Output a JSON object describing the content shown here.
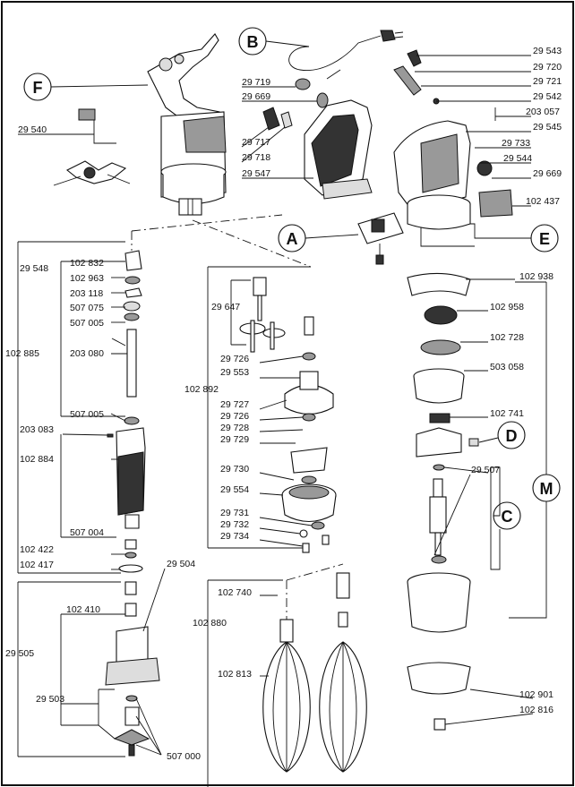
{
  "diagram": {
    "letters": [
      "A",
      "B",
      "C",
      "D",
      "E",
      "F",
      "M"
    ],
    "labels": {
      "l29543": "29 543",
      "l29720": "29 720",
      "l29721": "29 721",
      "l29542": "29 542",
      "l203057": "203 057",
      "l29545": "29 545",
      "l29733": "29 733",
      "l29544": "29 544",
      "l29669b": "29 669",
      "l102437": "102 437",
      "l29719": "29 719",
      "l29669a": "29 669",
      "l29717": "29 717",
      "l29718": "29 718",
      "l29547": "29 547",
      "l29540": "29 540",
      "l102832": "102 832",
      "l102963": "102 963",
      "l29548": "29 548",
      "l203118": "203 118",
      "l507075": "507 075",
      "l507005a": "507 005",
      "l102885": "102 885",
      "l203080": "203 080",
      "l507005b": "507 005",
      "l203083": "203 083",
      "l102884": "102 884",
      "l507004": "507 004",
      "l102422": "102 422",
      "l102417": "102 417",
      "l102410": "102 410",
      "l29504": "29 504",
      "l29505": "29 505",
      "l29503": "29 503",
      "l507000": "507 000",
      "l29647": "29 647",
      "l29726a": "29 726",
      "l29553": "29 553",
      "l102892": "102 892",
      "l29727": "29 727",
      "l29726b": "29 726",
      "l29728": "29 728",
      "l29729": "29 729",
      "l29730": "29 730",
      "l29554": "29 554",
      "l29731": "29 731",
      "l29732": "29 732",
      "l29734": "29 734",
      "l102740": "102 740",
      "l102880": "102 880",
      "l102813": "102 813",
      "l102938": "102 938",
      "l102958": "102 958",
      "l102728": "102 728",
      "l503058": "503 058",
      "l102741": "102 741",
      "l29507": "29 507",
      "l102901": "102 901",
      "l102816": "102 816"
    }
  }
}
